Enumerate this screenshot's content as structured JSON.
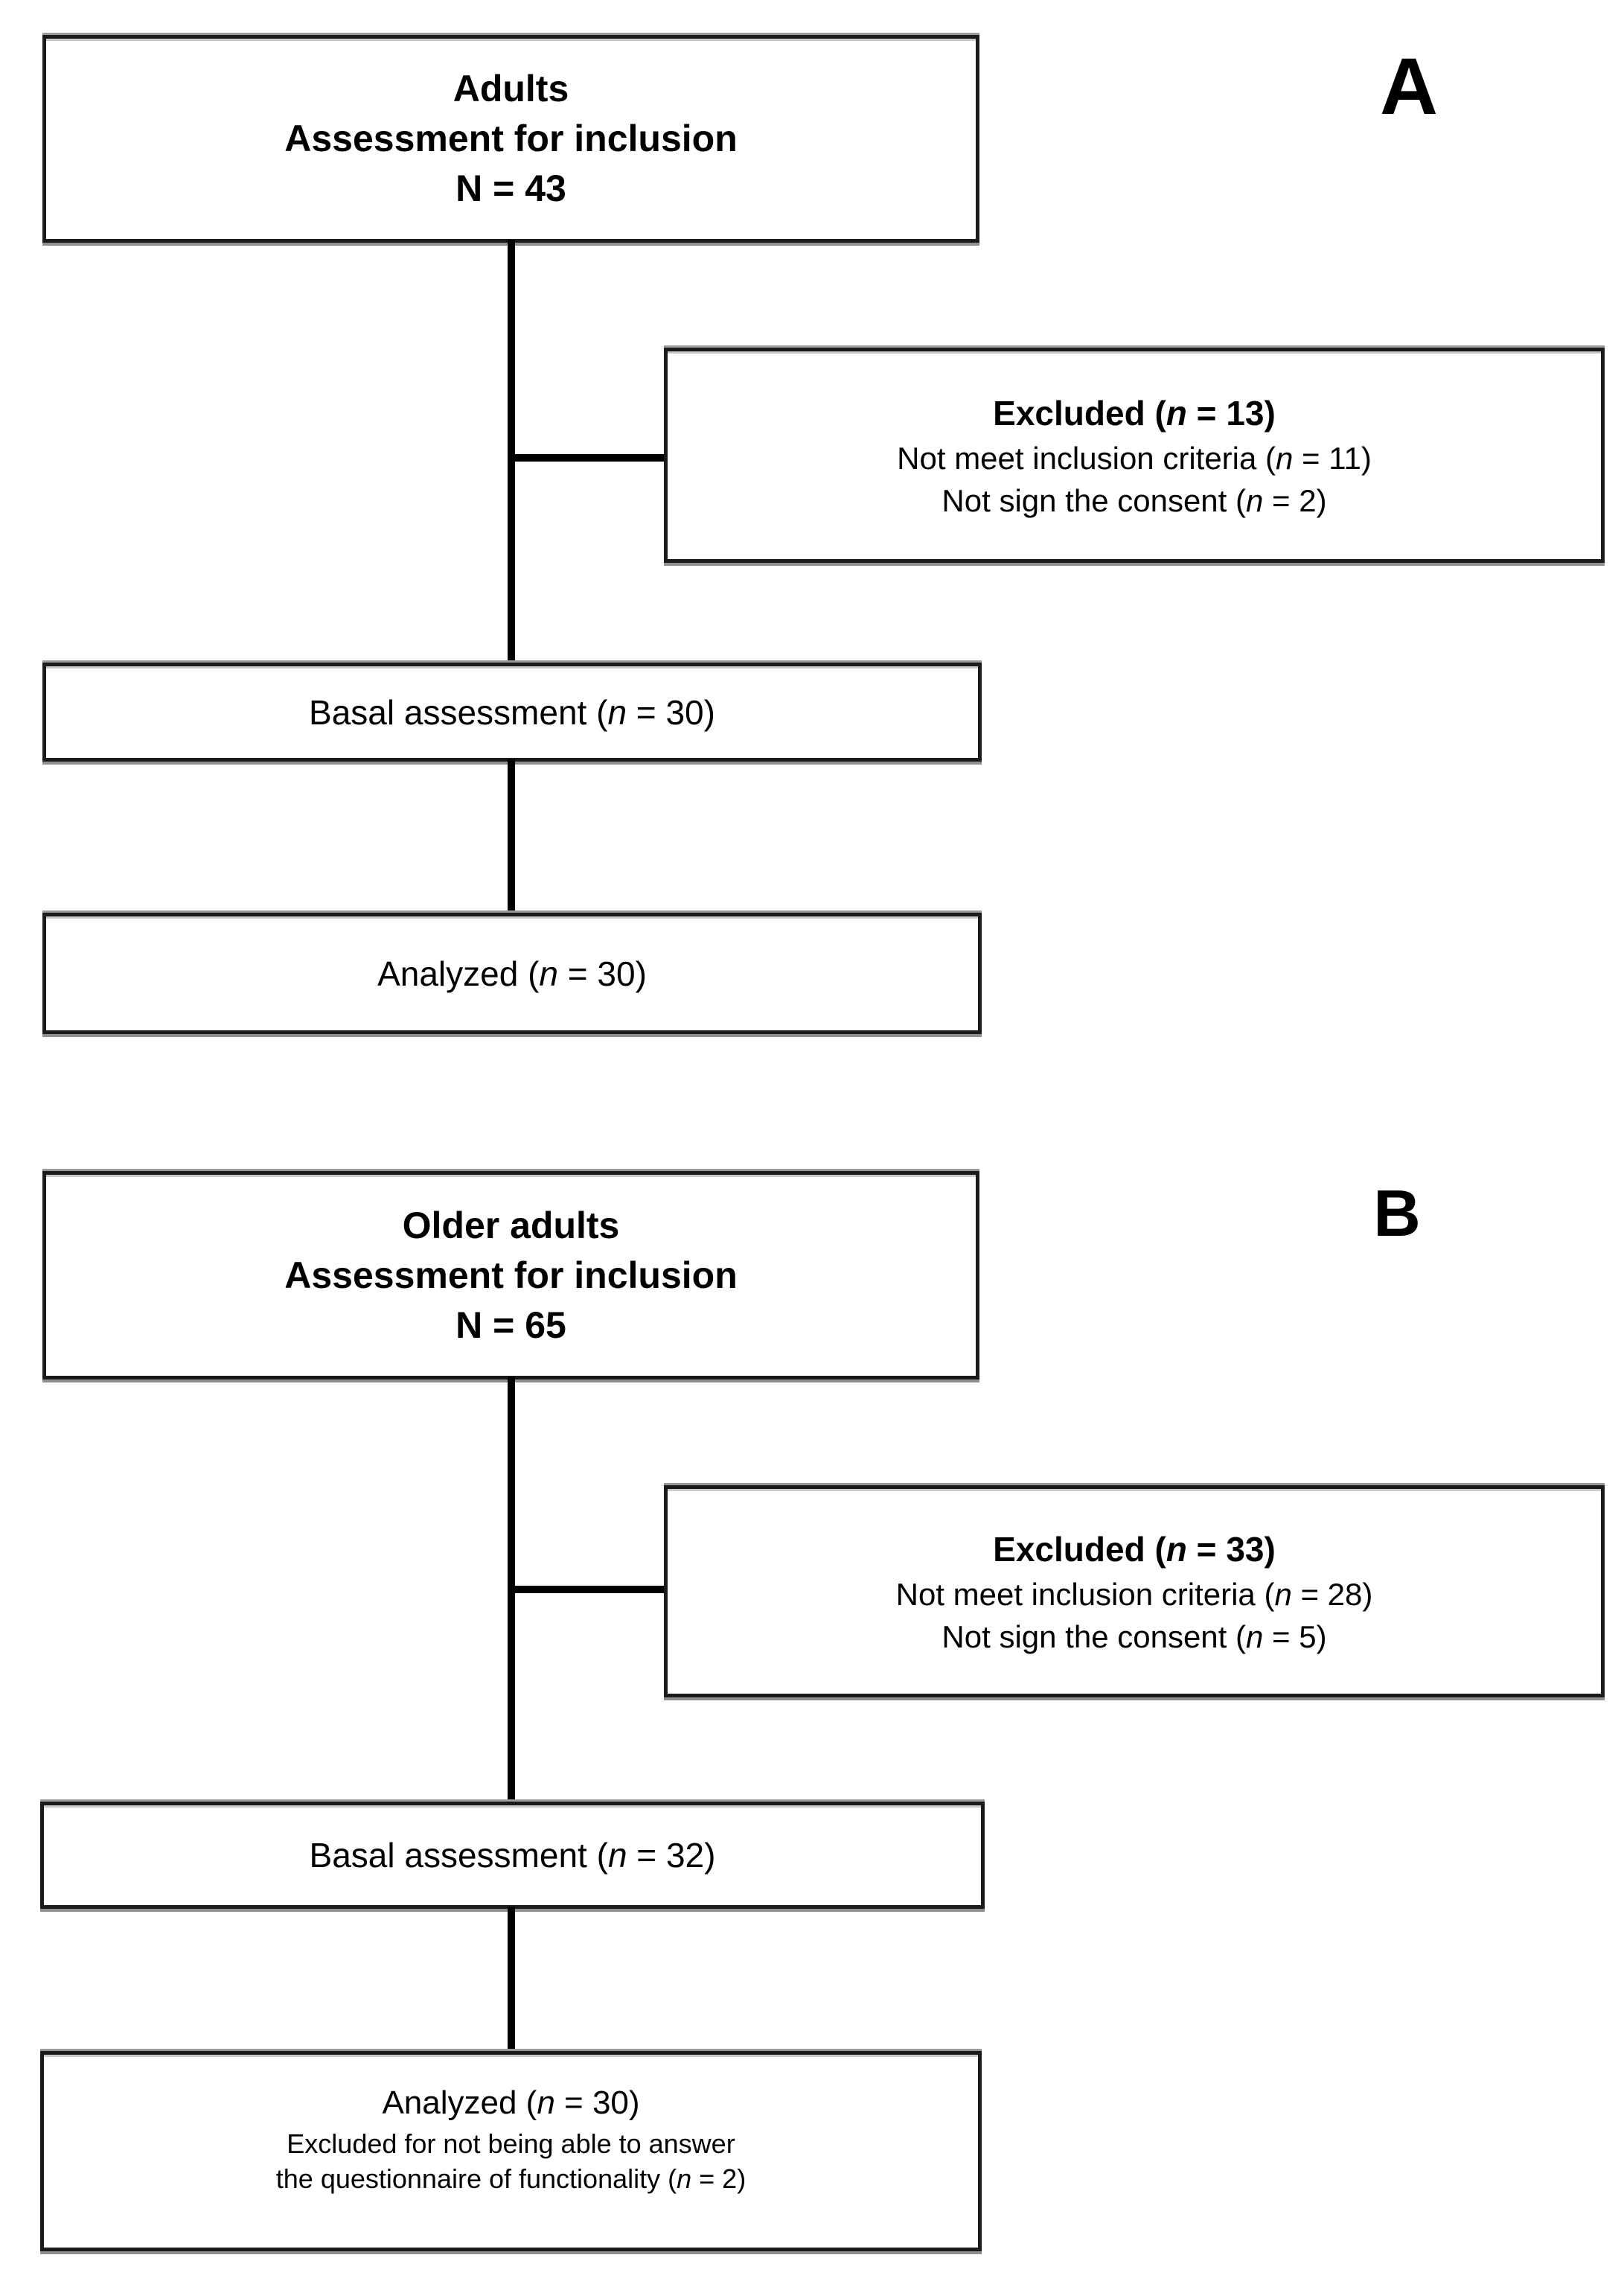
{
  "figure": {
    "type": "flow-diagram",
    "background": "#ffffff",
    "border_color": "#1b1b1b",
    "line_color": "#000000",
    "text_color": "#000000"
  },
  "panel_a": {
    "label": "A",
    "top_box": {
      "line1": "Adults",
      "line2": "Assessment for inclusion",
      "line3": "N = 43"
    },
    "excluded_box": {
      "title": {
        "pre": "Excluded (",
        "n": "n",
        "post": " = 13)"
      },
      "reason1": {
        "pre": "Not meet inclusion criteria (",
        "n": "n",
        "post": " = 11)"
      },
      "reason2": {
        "pre": "Not sign the consent (",
        "n": "n",
        "post": " = 2)"
      }
    },
    "basal_box": {
      "pre": "Basal assessment (",
      "n": "n",
      "post": " = 30)"
    },
    "analyzed_box": {
      "pre": "Analyzed (",
      "n": "n",
      "post": " = 30)"
    }
  },
  "panel_b": {
    "label": "B",
    "top_box": {
      "line1": "Older adults",
      "line2": "Assessment for inclusion",
      "line3": "N = 65"
    },
    "excluded_box": {
      "title": {
        "pre": "Excluded (",
        "n": "n",
        "post": " = 33)"
      },
      "reason1": {
        "pre": "Not meet inclusion criteria (",
        "n": "n",
        "post": " = 28)"
      },
      "reason2": {
        "pre": "Not sign the consent (",
        "n": "n",
        "post": " = 5)"
      }
    },
    "basal_box": {
      "pre": "Basal assessment (",
      "n": "n",
      "post": " = 32)"
    },
    "analyzed_box": {
      "line1": {
        "pre": "Analyzed (",
        "n": "n",
        "post": " = 30)"
      },
      "note1": "Excluded for not being able to answer",
      "note2": {
        "pre": "the questionnaire of functionality (",
        "n": "n",
        "post": " = 2)"
      }
    }
  }
}
